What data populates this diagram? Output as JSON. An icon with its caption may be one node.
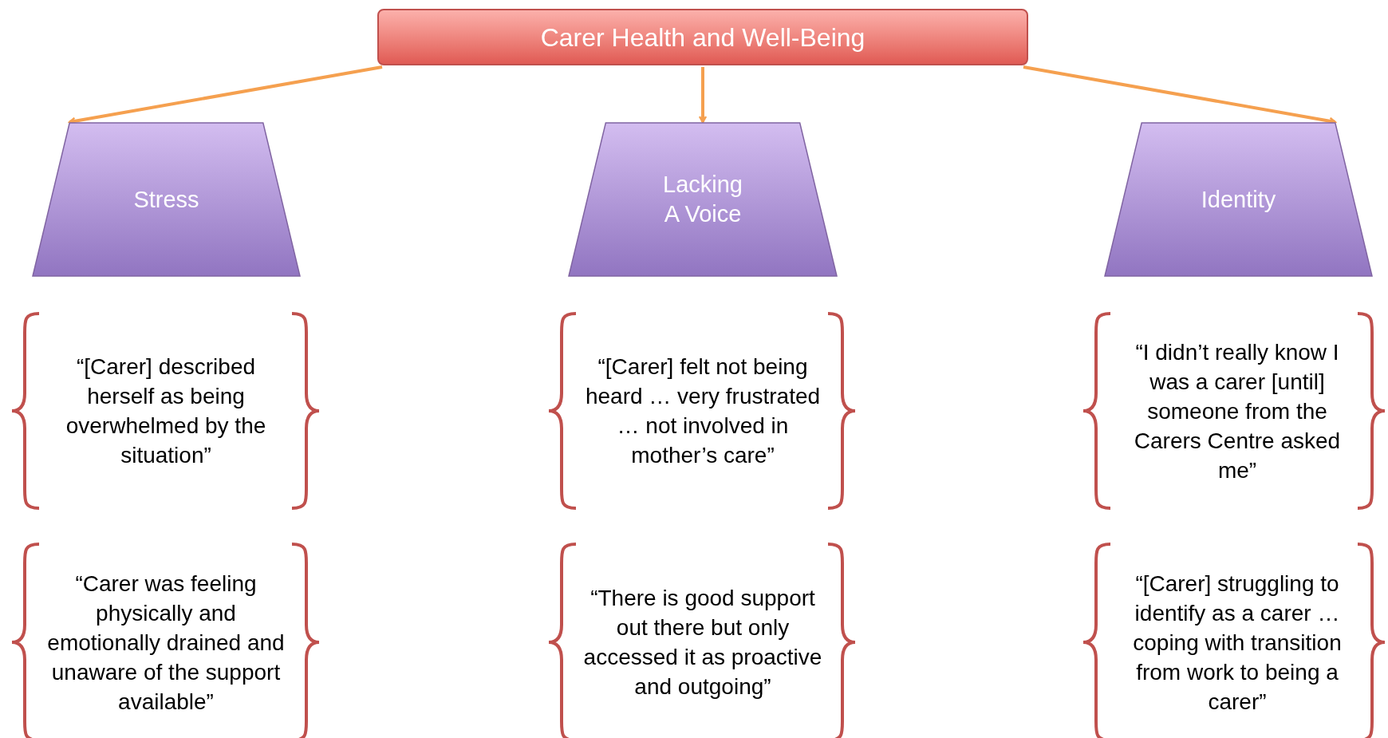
{
  "diagram": {
    "nodes": [
      {
        "text": [
          "Carer Health and Well-Being"
        ]
      },
      {
        "text": [
          "Stress"
        ]
      },
      {
        "text": [
          "Lacking A Voice"
        ]
      },
      {
        "text": [
          "Identity"
        ]
      },
      {
        "text": [
          "“[Carer] described herself as being overwhelmed by the situation”"
        ]
      },
      {
        "text": [
          "“[Carer] felt not being heard … very frustrated … not involved in mother’s care”"
        ]
      },
      {
        "text": [
          "“I didn’t really know I was a carer [until] someone from the Carers Centre asked me”"
        ]
      },
      {
        "text": [
          "“Carer was feeling physically and emotionally drained and unaware of the support available”"
        ]
      },
      {
        "text": [
          "“There is good support out there but only accessed it as proactive and outgoing”"
        ]
      },
      {
        "text": [
          "“[Carer] struggling to identify as a carer … coping with transition from work to being a carer”"
        ]
      }
    ],
    "edges": [
      {
        "from": 0,
        "to": 1,
        "arrow": "to",
        "color": "#f5a04f"
      },
      {
        "from": 0,
        "to": 2,
        "arrow": "to",
        "color": "#f5a04f"
      },
      {
        "from": 0,
        "to": 3,
        "arrow": "to",
        "color": "#f5a04f"
      }
    ]
  }
}
